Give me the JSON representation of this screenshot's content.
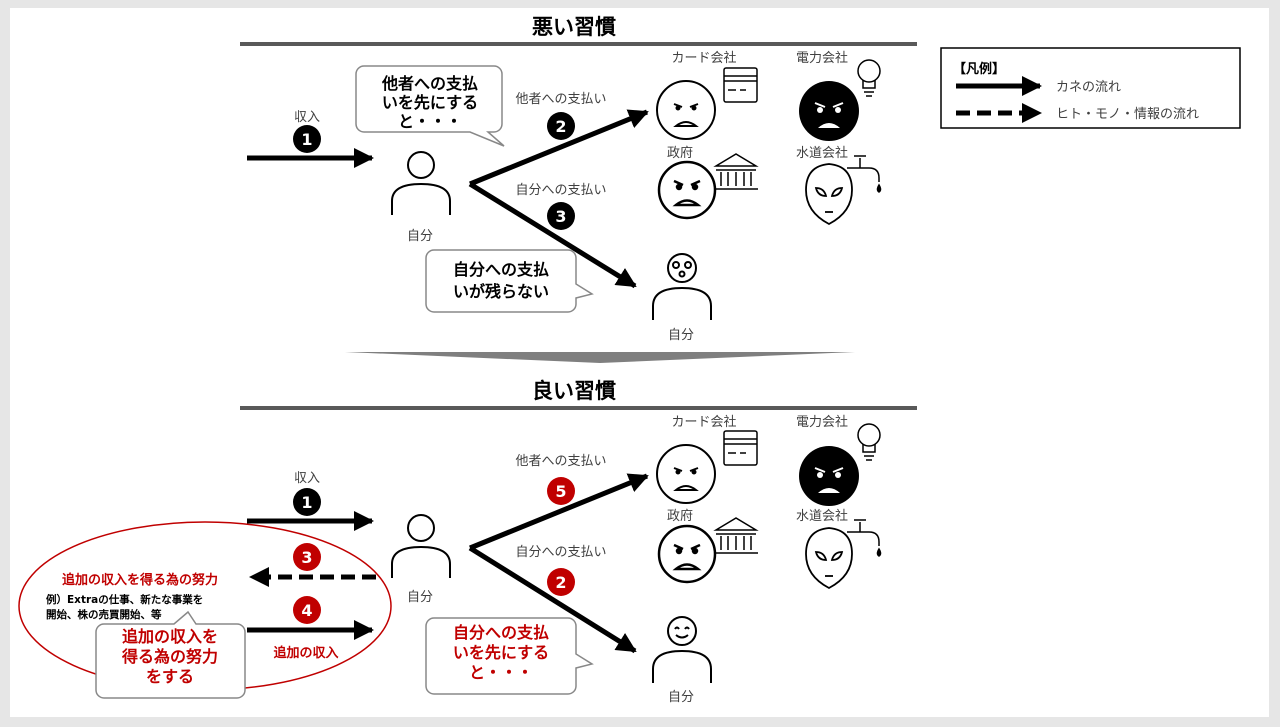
{
  "bad": {
    "title": "悪い習慣",
    "income_label": "収入",
    "step1": "1",
    "bubble_left": [
      "他者への支払",
      "いを先にする",
      "と・・・"
    ],
    "others_label": "他者への支払い",
    "step2": "2",
    "self_label": "自分への支払い",
    "step3": "3",
    "self_person_label": "自分",
    "bubble_bottom": [
      "自分への支払",
      "いが残らない"
    ],
    "me_label": "自分",
    "card_label": "カード会社",
    "power_label": "電力会社",
    "gov_label": "政府",
    "water_label": "水道会社"
  },
  "good": {
    "title": "良い習慣",
    "income_label": "収入",
    "step1": "1",
    "others_label": "他者への支払い",
    "step5": "5",
    "self_label": "自分への支払い",
    "step2": "2",
    "step3": "3",
    "step4": "4",
    "effort_title": "追加の収入を得る為の努力",
    "effort_example": [
      "例）Extraの仕事、新たな事業を",
      "開始、株の売買開始、等"
    ],
    "extra_income_label": "追加の収入",
    "bubble_effort": [
      "追加の収入を",
      "得る為の努力",
      "をする"
    ],
    "bubble_self": [
      "自分への支払",
      "いを先にする",
      "と・・・"
    ],
    "self_person_label": "自分",
    "me_label": "自分",
    "card_label": "カード会社",
    "power_label": "電力会社",
    "gov_label": "政府",
    "water_label": "水道会社"
  },
  "legend": {
    "title": "【凡例】",
    "money_flow": "カネの流れ",
    "info_flow": "ヒト・モノ・情報の流れ"
  },
  "colors": {
    "red": "#c00000",
    "black": "#000000",
    "rule": "#595959"
  }
}
